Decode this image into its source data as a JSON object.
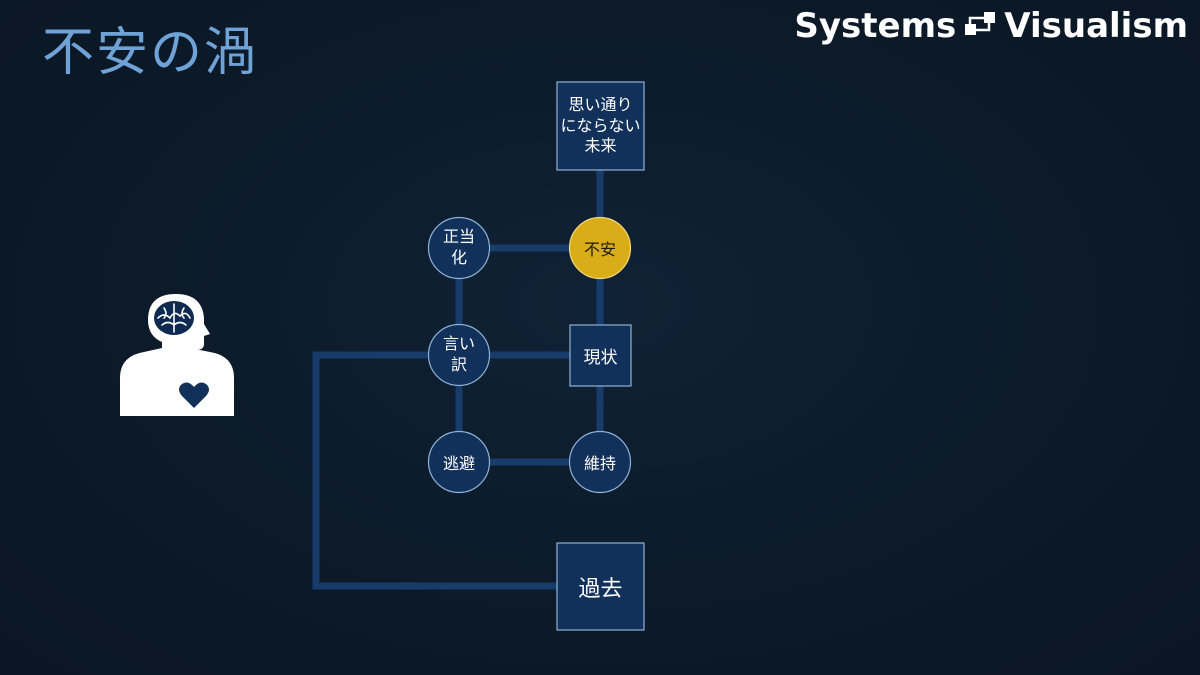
{
  "slide": {
    "title": "不安の渦",
    "brand": {
      "name_left": "Systems",
      "name_right": "Visualism"
    }
  },
  "colors": {
    "background": "#0c1a29",
    "title": "#6fa3d8",
    "node_fill": "#11305a",
    "node_border": "#8fb2d6",
    "link": "#173c6a",
    "anxiety_fill": "#d9ad17",
    "person": "#ffffff"
  },
  "diagram": {
    "nodes": {
      "future": {
        "label": "思い通り\nにならない\n未来",
        "shape": "rect"
      },
      "anxiety": {
        "label": "不安",
        "shape": "circle",
        "highlight": true
      },
      "justify": {
        "label": "正当\n化",
        "shape": "circle"
      },
      "current": {
        "label": "現状",
        "shape": "rect"
      },
      "excuse": {
        "label": "言い\n訳",
        "shape": "circle"
      },
      "avoid": {
        "label": "逃避",
        "shape": "circle"
      },
      "maintain": {
        "label": "維持",
        "shape": "circle"
      },
      "past": {
        "label": "過去",
        "shape": "rect"
      }
    }
  },
  "person": {
    "icon": "head-brain-heart-icon"
  }
}
